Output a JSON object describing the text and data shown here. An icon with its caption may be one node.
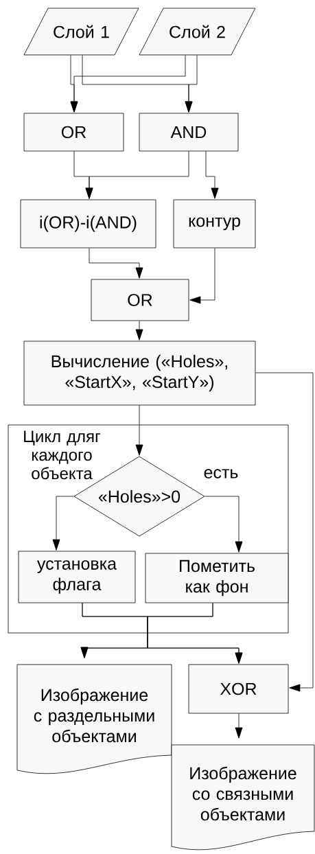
{
  "diagram": {
    "nodes": [
      {
        "text": [
          "Слой 1"
        ]
      },
      {
        "text": [
          "Слой 2"
        ]
      },
      {
        "text": [
          "OR"
        ]
      },
      {
        "text": [
          "AND"
        ]
      },
      {
        "text": [
          "i(OR)-i(AND)"
        ]
      },
      {
        "text": [
          "контур"
        ]
      },
      {
        "text": [
          "OR"
        ]
      },
      {
        "text": [
          "Вычисление («Holes», «StartX», «StartY»)"
        ]
      },
      {
        "text": [
          "Цикл дляг каждого объекта"
        ]
      },
      {
        "text": [
          "«Holes»>0"
        ],
        "in": 8
      },
      {
        "text": [
          "установка флага"
        ],
        "in": 8
      },
      {
        "text": [
          "Пометить как фон"
        ],
        "in": 8
      },
      {
        "text": [
          "Изображение с раздельными объектами"
        ]
      },
      {
        "text": [
          "XOR"
        ]
      },
      {
        "text": [
          "Изображение со связными объектами"
        ]
      }
    ],
    "edges": [
      {
        "from": 0,
        "to": 2,
        "arrow": "to"
      },
      {
        "from": 1,
        "to": 2,
        "arrow": "to"
      },
      {
        "from": 0,
        "to": 3,
        "arrow": "to"
      },
      {
        "from": 1,
        "to": 3,
        "arrow": "to"
      },
      {
        "from": 2,
        "to": 4,
        "arrow": "to"
      },
      {
        "from": 3,
        "to": 4,
        "arrow": "to"
      },
      {
        "from": 3,
        "to": 5,
        "arrow": "to"
      },
      {
        "from": 4,
        "to": 6,
        "arrow": "to"
      },
      {
        "from": 5,
        "to": 6,
        "arrow": "to"
      },
      {
        "from": 6,
        "to": 7,
        "arrow": "to"
      },
      {
        "from": 7,
        "to": 13,
        "arrow": "to"
      },
      {
        "from": 7,
        "to": 9,
        "arrow": "to"
      },
      {
        "from": 9,
        "to": 10,
        "arrow": "to"
      },
      {
        "from": 9,
        "to": 11,
        "arrow": "to",
        "label": "есть"
      },
      {
        "from": 10,
        "to": 12,
        "arrow": "to"
      },
      {
        "from": 10,
        "to": 13,
        "arrow": "to"
      },
      {
        "from": 11,
        "to": 12,
        "arrow": "to"
      },
      {
        "from": 11,
        "to": 13,
        "arrow": "to"
      },
      {
        "from": 13,
        "to": 14,
        "arrow": "to"
      }
    ]
  }
}
